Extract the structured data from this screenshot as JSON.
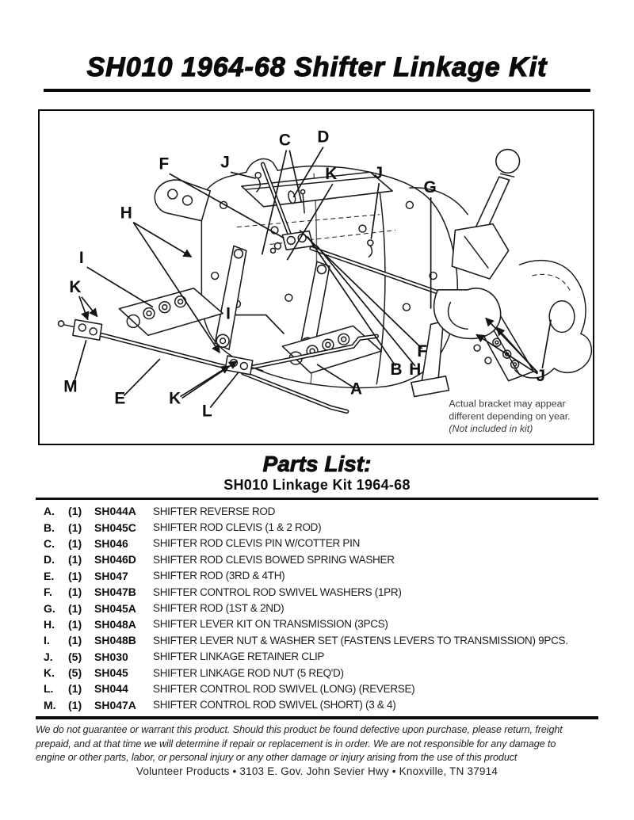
{
  "title": "SH010 1964-68 Shifter Linkage Kit",
  "parts_list": {
    "heading": "Parts List:",
    "subheading": "SH010 Linkage Kit 1964-68",
    "items": [
      {
        "letter": "A.",
        "qty": "(1)",
        "part": "SH044A",
        "desc": "SHIFTER REVERSE ROD"
      },
      {
        "letter": "B.",
        "qty": "(1)",
        "part": "SH045C",
        "desc": "SHIFTER ROD CLEVIS (1 & 2 ROD)"
      },
      {
        "letter": "C.",
        "qty": "(1)",
        "part": "SH046",
        "desc": "SHIFTER ROD CLEVIS PIN W/COTTER PIN"
      },
      {
        "letter": "D.",
        "qty": "(1)",
        "part": "SH046D",
        "desc": "SHIFTER ROD CLEVIS BOWED SPRING WASHER"
      },
      {
        "letter": "E.",
        "qty": "(1)",
        "part": "SH047",
        "desc": "SHIFTER ROD (3RD & 4TH)"
      },
      {
        "letter": "F.",
        "qty": "(1)",
        "part": "SH047B",
        "desc": "SHIFTER CONTROL ROD SWIVEL WASHERS (1PR)"
      },
      {
        "letter": "G.",
        "qty": "(1)",
        "part": "SH045A",
        "desc": "SHIFTER ROD (1ST & 2ND)"
      },
      {
        "letter": "H.",
        "qty": "(1)",
        "part": "SH048A",
        "desc": "SHIFTER LEVER KIT ON TRANSMISSION (3PCS)"
      },
      {
        "letter": "I.",
        "qty": "(1)",
        "part": "SH048B",
        "desc": "SHIFTER LEVER NUT & WASHER SET (FASTENS LEVERS TO TRANSMISSION) 9PCS."
      },
      {
        "letter": "J.",
        "qty": "(5)",
        "part": "SH030",
        "desc": "SHIFTER LINKAGE RETAINER CLIP"
      },
      {
        "letter": "K.",
        "qty": "(5)",
        "part": "SH045",
        "desc": "SHIFTER LINKAGE ROD NUT (5 REQ'D)"
      },
      {
        "letter": "L.",
        "qty": "(1)",
        "part": "SH044",
        "desc": "SHIFTER CONTROL ROD SWIVEL (LONG) (REVERSE)"
      },
      {
        "letter": "M.",
        "qty": "(1)",
        "part": "SH047A",
        "desc": "SHIFTER CONTROL ROD SWIVEL (SHORT) (3 & 4)"
      }
    ]
  },
  "diagram": {
    "labels": [
      {
        "text": "C"
      },
      {
        "text": "D"
      },
      {
        "text": "F"
      },
      {
        "text": "J"
      },
      {
        "text": "K"
      },
      {
        "text": "J"
      },
      {
        "text": "G"
      },
      {
        "text": "H"
      },
      {
        "text": "I"
      },
      {
        "text": "K"
      },
      {
        "text": "M"
      },
      {
        "text": "E"
      },
      {
        "text": "K"
      },
      {
        "text": "L"
      },
      {
        "text": "A"
      },
      {
        "text": "B"
      },
      {
        "text": "H"
      },
      {
        "text": "F"
      },
      {
        "text": "J"
      },
      {
        "text": "I"
      }
    ],
    "note_lines": [
      "Actual bracket may appear",
      "different depending on year.",
      "(Not included in kit)"
    ]
  },
  "disclaimer_lines": [
    "We do not guarantee or warrant this product. Should this product be found defective upon purchase, please return, freight",
    "prepaid, and at that time we will determine if repair or replacement is in order. We are not responsible for any damage to",
    "engine or other parts, labor, or personal injury or any other damage or injury arising from the use of this product"
  ],
  "footer": "Volunteer Products • 3103 E. Gov. John Sevier Hwy • Knoxville, TN 37914",
  "colors": {
    "ink": "#0d0d0d",
    "paper": "#ffffff"
  }
}
